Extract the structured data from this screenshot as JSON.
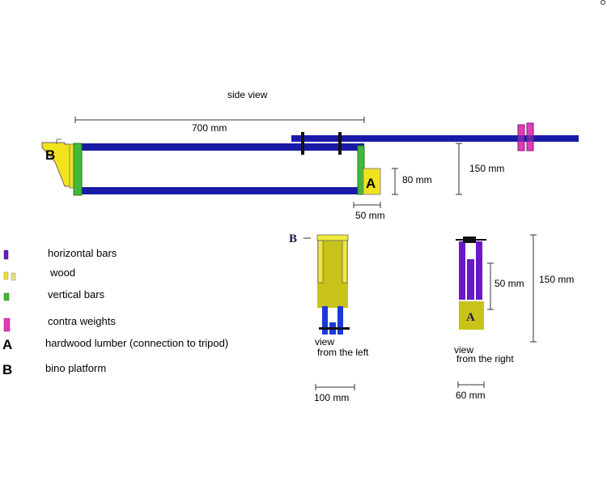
{
  "side_view": {
    "title": "side view",
    "dim_length": "700 mm",
    "dim_height_a": "80 mm",
    "dim_width_a": "50 mm",
    "dim_offset": "150 mm",
    "label_a": "A",
    "label_b": "B"
  },
  "left_view": {
    "label_b": "B",
    "caption_line1": "view",
    "caption_line2": "from the left",
    "dim_width": "100 mm"
  },
  "right_view": {
    "label_a": "A",
    "caption_line1": "view",
    "caption_line2": "from the right",
    "dim_inner": "50 mm",
    "dim_total": "150 mm",
    "dim_width": "60 mm"
  },
  "legend": {
    "horizontal_bars": "horizontal bars",
    "wood": "wood",
    "vertical_bars": "vertical bars",
    "contra_weights": "contra weights",
    "hardwood_key": "A",
    "hardwood": "hardwood lumber (connection to tripod)",
    "platform_key": "B",
    "platform": "bino platform"
  },
  "colors": {
    "horizontal_bar": "#1a1aa8",
    "vertical_bar": "#44b83a",
    "wood": "#f2e21e",
    "wood_dark": "#c8c21a",
    "contra_weight": "#e03cb8",
    "purple_bar": "#6a18c8"
  }
}
